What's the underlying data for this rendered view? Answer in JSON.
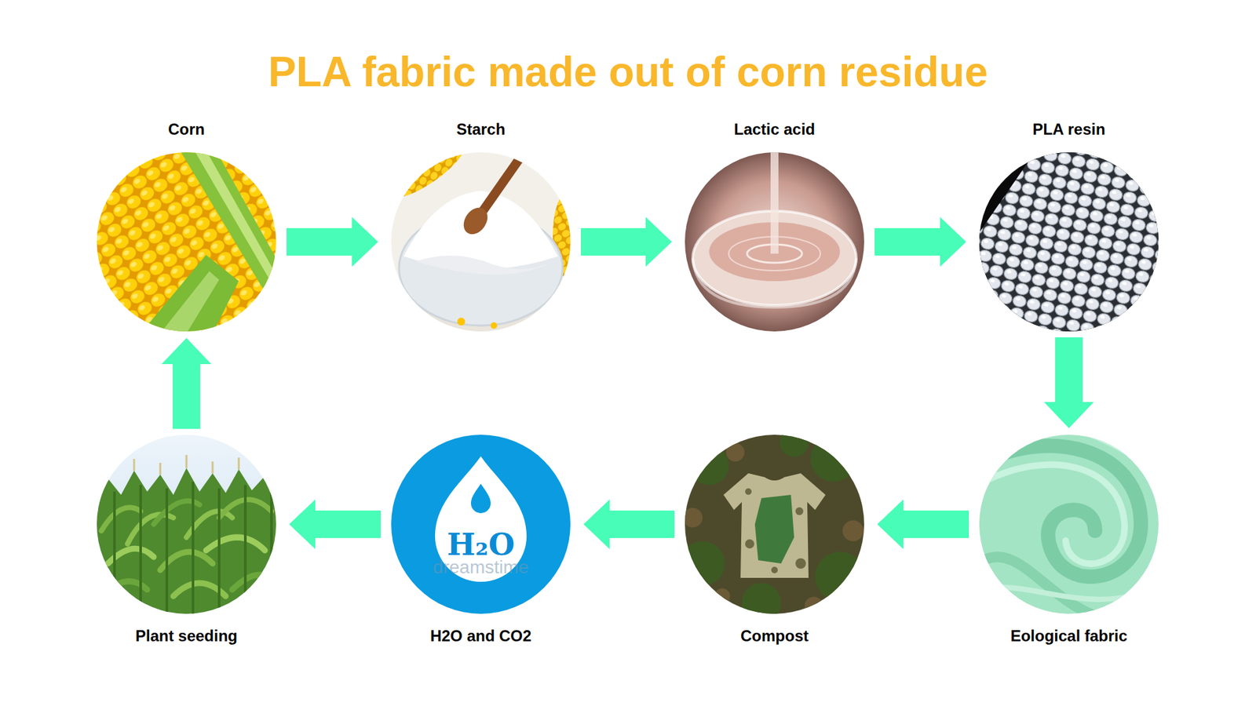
{
  "diagram": {
    "title": "PLA fabric made out of corn residue",
    "nodes": [
      {
        "text": [
          "Corn"
        ]
      },
      {
        "text": [
          "Starch"
        ]
      },
      {
        "text": [
          "Lactic acid"
        ]
      },
      {
        "text": [
          "PLA resin"
        ]
      },
      {
        "text": [
          "Plant seeding"
        ]
      },
      {
        "text": [
          "H2O and CO2",
          "H₂O"
        ]
      },
      {
        "text": [
          "Compost"
        ]
      },
      {
        "text": [
          "Eological fabric"
        ]
      }
    ],
    "edges": [
      {
        "from": 0,
        "to": 1,
        "arrow": "to"
      },
      {
        "from": 1,
        "to": 2,
        "arrow": "to"
      },
      {
        "from": 2,
        "to": 3,
        "arrow": "to"
      },
      {
        "from": 3,
        "to": 7,
        "arrow": "to"
      },
      {
        "from": 7,
        "to": 6,
        "arrow": "to"
      },
      {
        "from": 6,
        "to": 5,
        "arrow": "to"
      },
      {
        "from": 5,
        "to": 4,
        "arrow": "to"
      },
      {
        "from": 4,
        "to": 0,
        "arrow": "to"
      }
    ],
    "labels": [
      "dreamstime"
    ]
  }
}
